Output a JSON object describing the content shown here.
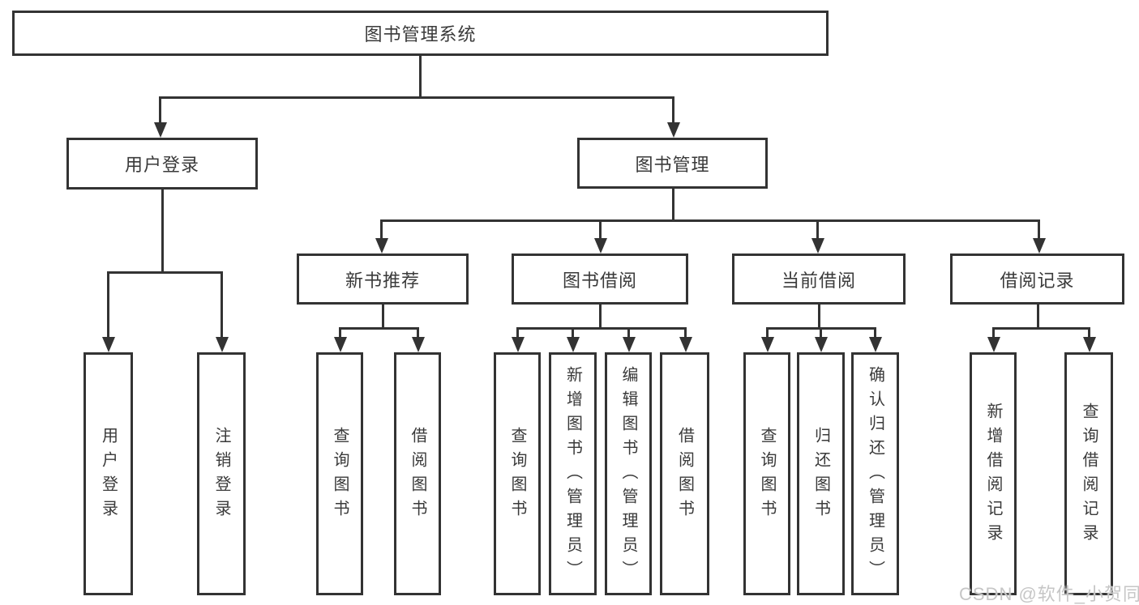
{
  "diagram": {
    "root": {
      "label": "图书管理系统"
    },
    "level1": [
      {
        "id": "user-login",
        "label": "用户登录"
      },
      {
        "id": "book-management",
        "label": "图书管理"
      }
    ],
    "level2": [
      {
        "id": "new-book-recommend",
        "label": "新书推荐"
      },
      {
        "id": "book-borrowing",
        "label": "图书借阅"
      },
      {
        "id": "current-borrowing",
        "label": "当前借阅"
      },
      {
        "id": "borrowing-records",
        "label": "借阅记录"
      }
    ],
    "leaves": [
      {
        "id": "user-login",
        "label": "用户登录"
      },
      {
        "id": "logout",
        "label": "注销登录"
      },
      {
        "id": "query-books-rec",
        "label": "查询图书"
      },
      {
        "id": "borrow-books-rec",
        "label": "借阅图书"
      },
      {
        "id": "query-books-borrow",
        "label": "查询图书"
      },
      {
        "id": "add-books-admin",
        "label": "新增图书（管理员）"
      },
      {
        "id": "edit-books-admin",
        "label": "编辑图书（管理员）"
      },
      {
        "id": "borrow-books",
        "label": "借阅图书"
      },
      {
        "id": "query-books-current",
        "label": "查询图书"
      },
      {
        "id": "return-books",
        "label": "归还图书"
      },
      {
        "id": "confirm-return-admin",
        "label": "确认归还（管理员）"
      },
      {
        "id": "add-borrow-record",
        "label": "新增借阅记录"
      },
      {
        "id": "query-borrow-record",
        "label": "查询借阅记录"
      }
    ]
  },
  "watermark": "CSDN @软件_小贺同学",
  "colors": {
    "line": "#333333",
    "text": "#3a3a3a",
    "watermark": "#c6c6c6",
    "background": "#ffffff"
  }
}
